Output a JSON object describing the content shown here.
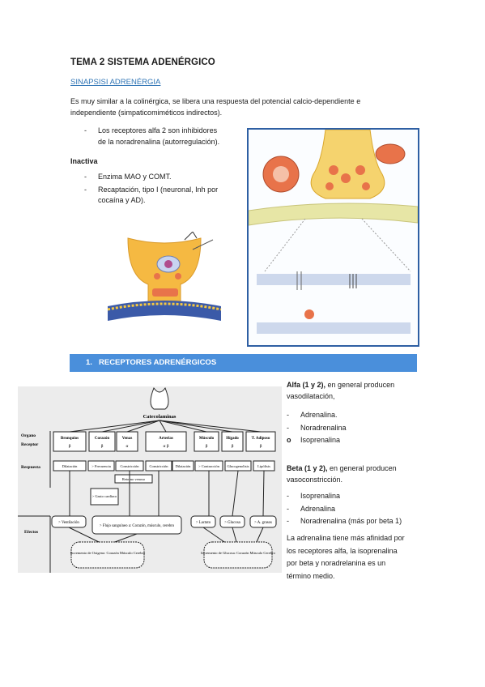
{
  "title": "TEMA 2 SISTEMA ADENÉRGICO",
  "subtitle": "SINAPSISI ADRENÉRGIA",
  "intro_line1": "Es muy similar a la colinérgica, se libera una respuesta del potencial calcio-dependiente e",
  "intro_line2": "independiente (simpaticomiméticos indirectos).",
  "alpha2_line1": "Los receptores alfa 2 son inhibidores",
  "alpha2_line2": "de la noradrenalina (autorregulación).",
  "inactiva_heading": "Inactiva",
  "inactiva_item1": "Enzima MAO y COMT.",
  "inactiva_item2_line1": "Recaptación, tipo I (neuronal, Inh por",
  "inactiva_item2_line2": "cocaína y AD).",
  "section_number": "1.",
  "section_title": "RECEPTORES ADRENÉRGICOS",
  "alfa_head": "Alfa (1 y 2),",
  "alfa_rest": " en general producen",
  "alfa_line2": "vasodilatación,",
  "alfa_items": [
    "Adrenalina.",
    "Noradrenalina",
    "Isoprenalina"
  ],
  "beta_head": "Beta (1 y 2),",
  "beta_rest": " en general producen",
  "beta_line2": "vasoconstricción.",
  "beta_items": [
    "Isoprenalina",
    "Adrenalina",
    "Noradrenalina (más por beta 1)"
  ],
  "affinity_lines": [
    "La adrenalina tiene más afinidad por",
    "los receptores alfa, la isoprenalina",
    "por beta y noradrelanina es un",
    "término medio."
  ],
  "diagram": {
    "catecolaminas": "Catecolaminas",
    "organo": "Organo",
    "receptor": "Receptor",
    "respuesta": "Respuesta",
    "efectos": "Efectos",
    "organs": [
      "Bronquios",
      "Corazón",
      "Venas",
      "Arterias",
      "Músculo",
      "Hígado",
      "T. Adiposo"
    ],
    "receptors": [
      "β",
      "β",
      "α",
      "α   β",
      "β",
      "β",
      "β"
    ],
    "responses": [
      "Dilatación",
      "> Frecuencia",
      "Constricción",
      "Constricción",
      "Dilatación",
      "> Contracción",
      "Glucogenolisis",
      "Lipólisis"
    ],
    "retorno": "Retorno venoso",
    "gasto": "> Gasto cardíaco",
    "ventilacion": "> Ventilación",
    "flujo": "> Flujo sanguíneo a: Corazón, músculo, cerebro",
    "lactato": "> Lactato",
    "glucosa": "> Glucosa",
    "agrasos": "> A. grasos",
    "oxigeno": "Incremento de Oxigeno: Corazón Músculo Cerebro",
    "glucosa_inc": "Incremento de Glucosa: Corazón Músculo Cerebro"
  },
  "colors": {
    "accent": "#4a8fdb",
    "link": "#2e74b5",
    "frame": "#2e5fa3",
    "neuron": "#f5b942",
    "cell": "#e8734a"
  }
}
